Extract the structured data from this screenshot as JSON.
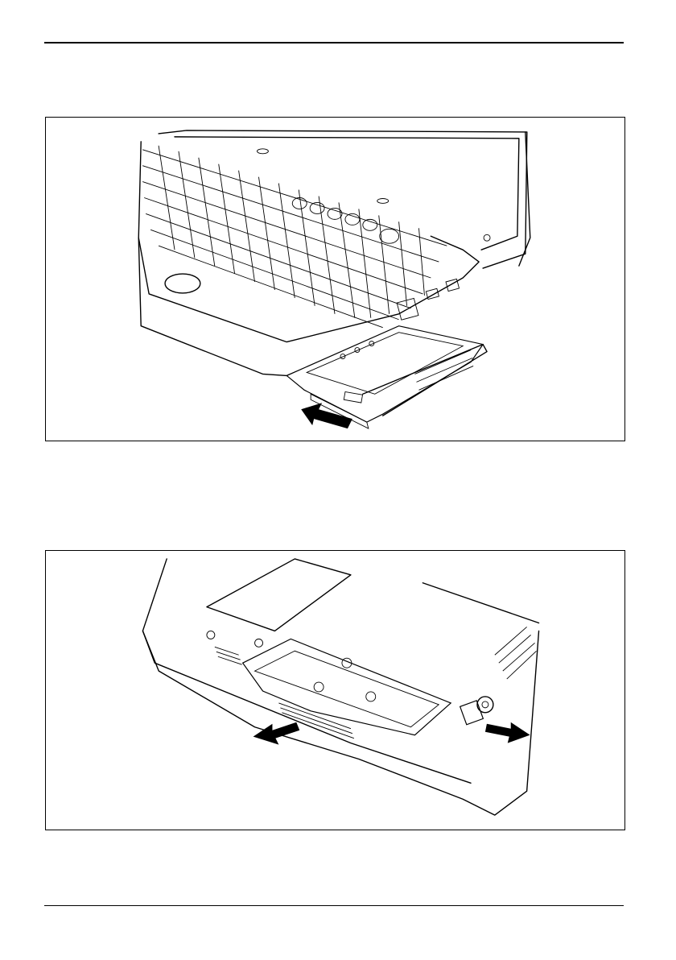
{
  "page": {
    "figures": [
      {
        "id": "figure-1",
        "icons": [
          "laptop-illustration",
          "module-tray-illustration",
          "insert-arrow-icon"
        ]
      },
      {
        "id": "figure-2",
        "icons": [
          "laptop-underside-illustration",
          "pull-left-arrow-icon",
          "pull-right-arrow-icon"
        ]
      }
    ]
  }
}
